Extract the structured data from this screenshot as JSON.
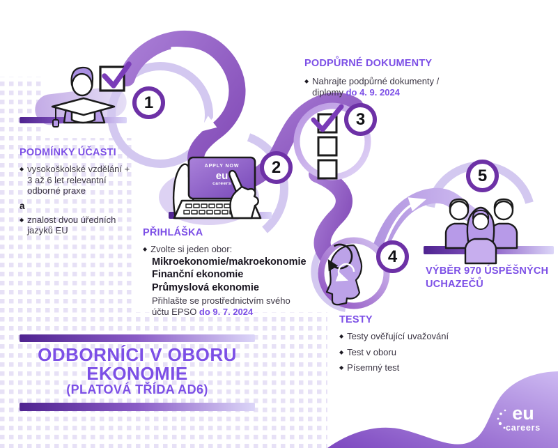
{
  "ui": {
    "bullet_glyph": "◆"
  },
  "colors": {
    "accent_purple": "#7c4fe6",
    "ring_purple": "#6d31a6",
    "ribbon_purple": "#8a52c2",
    "fill_purple": "#b79ae8",
    "date_purple": "#7c4fe6"
  },
  "steps": {
    "s1": {
      "number": "1",
      "heading": "PODMÍNKY ÚČASTI",
      "bullet1": "vysokoškolské vzdělání + 3 až 6 let relevantní odborné praxe",
      "connector": "a",
      "bullet2": "znalost dvou úředních jazyků EU"
    },
    "s2": {
      "number": "2",
      "heading": "PŘIHLÁŠKA",
      "intro": "Zvolte si jeden obor:",
      "options": [
        "Mikroekonomie/makroekonomie",
        "Finanční ekonomie",
        "Průmyslová ekonomie"
      ],
      "note_prefix": "Přihlašte se prostřednictvím svého účtu EPSO ",
      "note_date": "do 9. 7. 2024"
    },
    "s3": {
      "number": "3",
      "heading": "PODPŮRNÉ DOKUMENTY",
      "bullet_prefix": "Nahrajte podpůrné dokumenty / diplomy ",
      "bullet_date": "do 4. 9. 2024"
    },
    "s4": {
      "number": "4",
      "heading": "TESTY",
      "bullets": [
        "Testy ověřující uvažování",
        "Test v oboru",
        "Písemný test"
      ]
    },
    "s5": {
      "number": "5",
      "heading_line1": "VÝBĚR 970 ÚSPĚŠNÝCH",
      "heading_line2": "UCHAZEČŮ"
    }
  },
  "laptop_screen": {
    "apply_now": "APPLY NOW",
    "logo_eu": "eu",
    "logo_careers": "careers"
  },
  "main_title": {
    "line1": "ODBORNÍCI V OBORU",
    "line2": "EKONOMIE",
    "line3": "(PLATOVÁ TŘÍDA AD6)"
  },
  "footer_logo": {
    "eu": "eu",
    "careers": "careers"
  },
  "icons": [
    "graduate-icon",
    "checkbox-checked-icon",
    "laptop-apply-icon",
    "checklist-icon",
    "head-thinking-icon",
    "candidates-icon",
    "eu-careers-logo"
  ]
}
